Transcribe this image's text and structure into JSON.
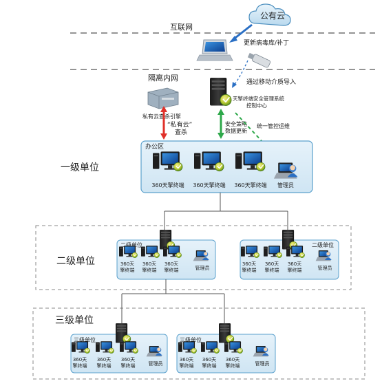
{
  "zones": {
    "internet": "互联网",
    "isolated_intranet": "隔离内网"
  },
  "cloud": {
    "public_cloud": "公有云",
    "update_label": "更新病毒库/补丁",
    "media_import_label": "通过移动介质导入"
  },
  "private_cloud": {
    "engine_label": "私有云查杀引擎",
    "scan_label_line1": "“私有云”",
    "scan_label_line2": "查杀"
  },
  "control_center": {
    "line1": "天擎终端安全管理系统",
    "line2": "控制中心",
    "policy_line1": "安全策略",
    "policy_line2": "数据更新",
    "ops_label": "统一管控运维"
  },
  "level1": {
    "title": "一级单位",
    "area": "办公区",
    "terminal_label": "360天擎终端",
    "admin_label": "管理员"
  },
  "level2": {
    "title": "二级单位",
    "unit_label": "二级单位",
    "terminal_line1": "360天",
    "terminal_line2": "擎终端",
    "admin_label": "管理员"
  },
  "level3": {
    "title": "三级单位",
    "unit_label": "三级单位",
    "terminal_line1": "360天",
    "terminal_line2": "擎终端",
    "admin_label": "管理员"
  },
  "colors": {
    "box_fill": "#d8ebf6",
    "box_stroke": "#5aa0cc",
    "red_arrow": "#e0312a",
    "green_arrow": "#2ea84a",
    "blue_arrow": "#2a6fc4",
    "dashed_line": "#555555"
  },
  "icons": [
    "cloud-icon",
    "laptop-icon",
    "usb-drive-icon",
    "server-icon",
    "private-cloud-engine-icon",
    "computer-terminal-icon",
    "admin-user-icon"
  ]
}
